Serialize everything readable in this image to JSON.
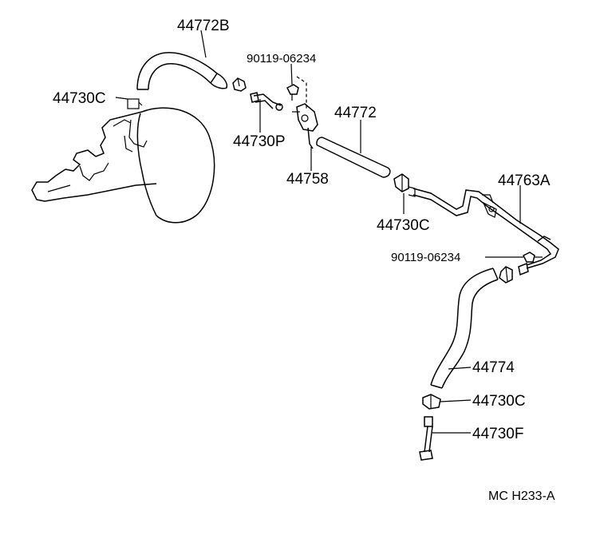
{
  "callouts": {
    "hose_upper": "44772B",
    "clip_left": "44730C",
    "bolt_top": "90119-06234",
    "valve": "44730P",
    "hose_mid": "44772",
    "bracket": "44758",
    "clip_mid": "44730C",
    "pipe": "44763A",
    "bolt_right": "90119-06234",
    "hose_lower": "44774",
    "clip_lower": "44730C",
    "fitting": "44730F"
  },
  "reference_code": "MC H233-A"
}
